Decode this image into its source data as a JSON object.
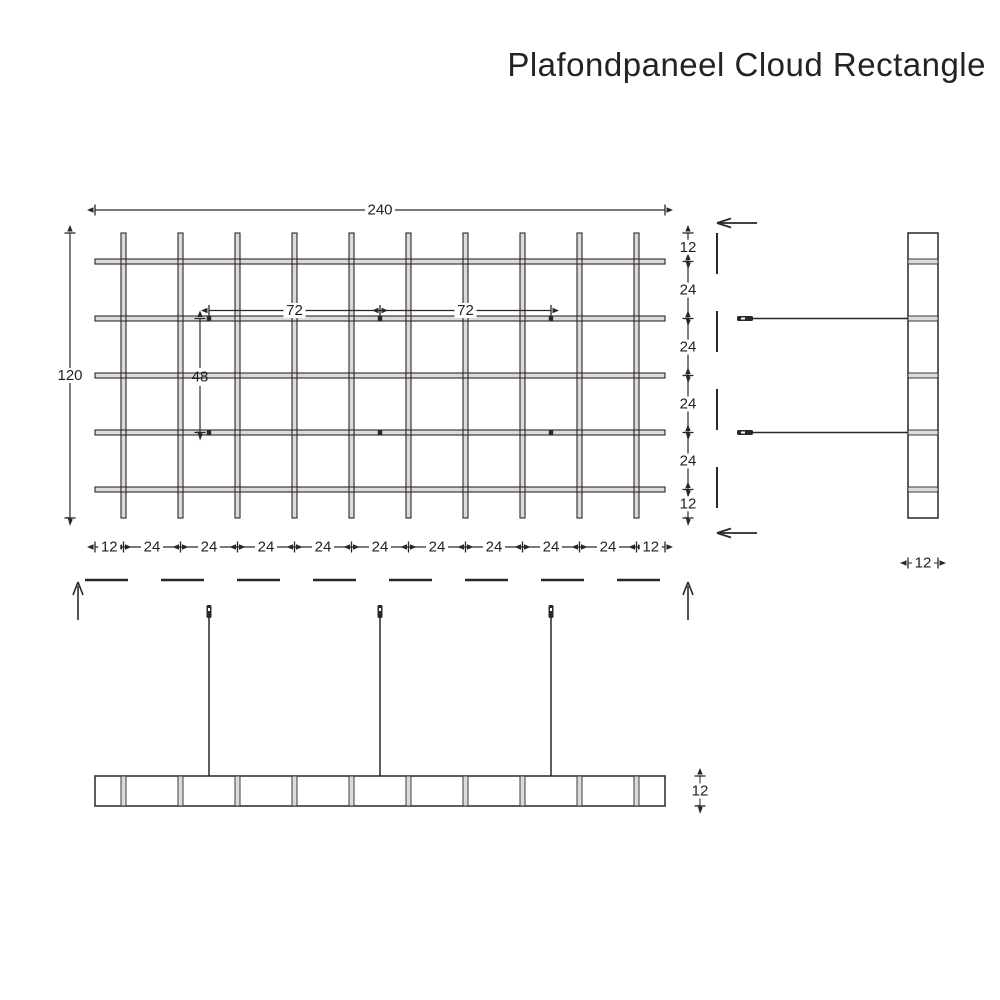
{
  "title": "Plafondpaneel Cloud Rectangle",
  "colors": {
    "line": "#2b2728",
    "text": "#231f20",
    "slat_fill": "#dedbd7",
    "background": "#ffffff"
  },
  "top_view": {
    "overall_width_label": "240",
    "overall_height_label": "120",
    "bottom_chain_labels": [
      "12",
      "24",
      "24",
      "24",
      "24",
      "24",
      "24",
      "24",
      "24",
      "24",
      "12"
    ],
    "right_chain_labels": [
      "12",
      "24",
      "24",
      "24",
      "24",
      "12"
    ],
    "suspension_span_labels": [
      "72",
      "72"
    ],
    "suspension_row_span_label": "48",
    "vertical_slat_count": 10,
    "horizontal_slat_count": 5,
    "suspension_points_per_row": 3,
    "suspension_row_indices": [
      1,
      3
    ]
  },
  "side_view": {
    "thickness_label": "12",
    "wire_count": 2
  },
  "front_view": {
    "thickness_label": "12",
    "wire_count": 3
  }
}
